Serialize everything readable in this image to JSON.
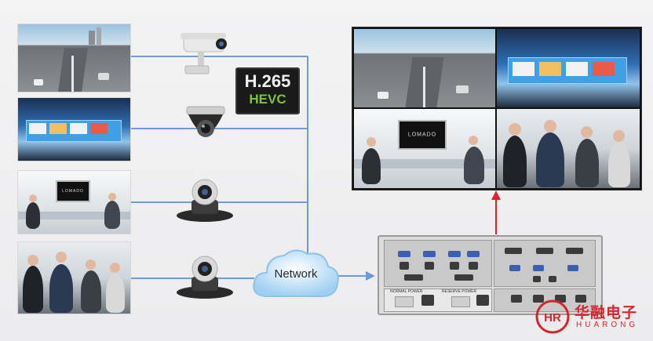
{
  "codec_badge": {
    "line1": "H.265",
    "line2": "HEVC"
  },
  "network_label": "Network",
  "monitor_text": "LOMADO",
  "brand": {
    "chinese": "华融电子",
    "english": "HUARONG",
    "logo_letters": "HR"
  },
  "device_panels": {
    "left": "NORMAL POWER",
    "right": "RESERVE POWER"
  },
  "colors": {
    "link_line": "#6b9bd9",
    "output_arrow": "#d8242b",
    "badge_bg": "#1a1a1a",
    "badge_text": "#7ec43a",
    "brand_red": "#d8242b"
  },
  "icons": [
    "bullet-camera-icon",
    "dome-camera-icon",
    "ptz-camera-icon",
    "ptz-camera-icon",
    "network-cloud-icon"
  ]
}
